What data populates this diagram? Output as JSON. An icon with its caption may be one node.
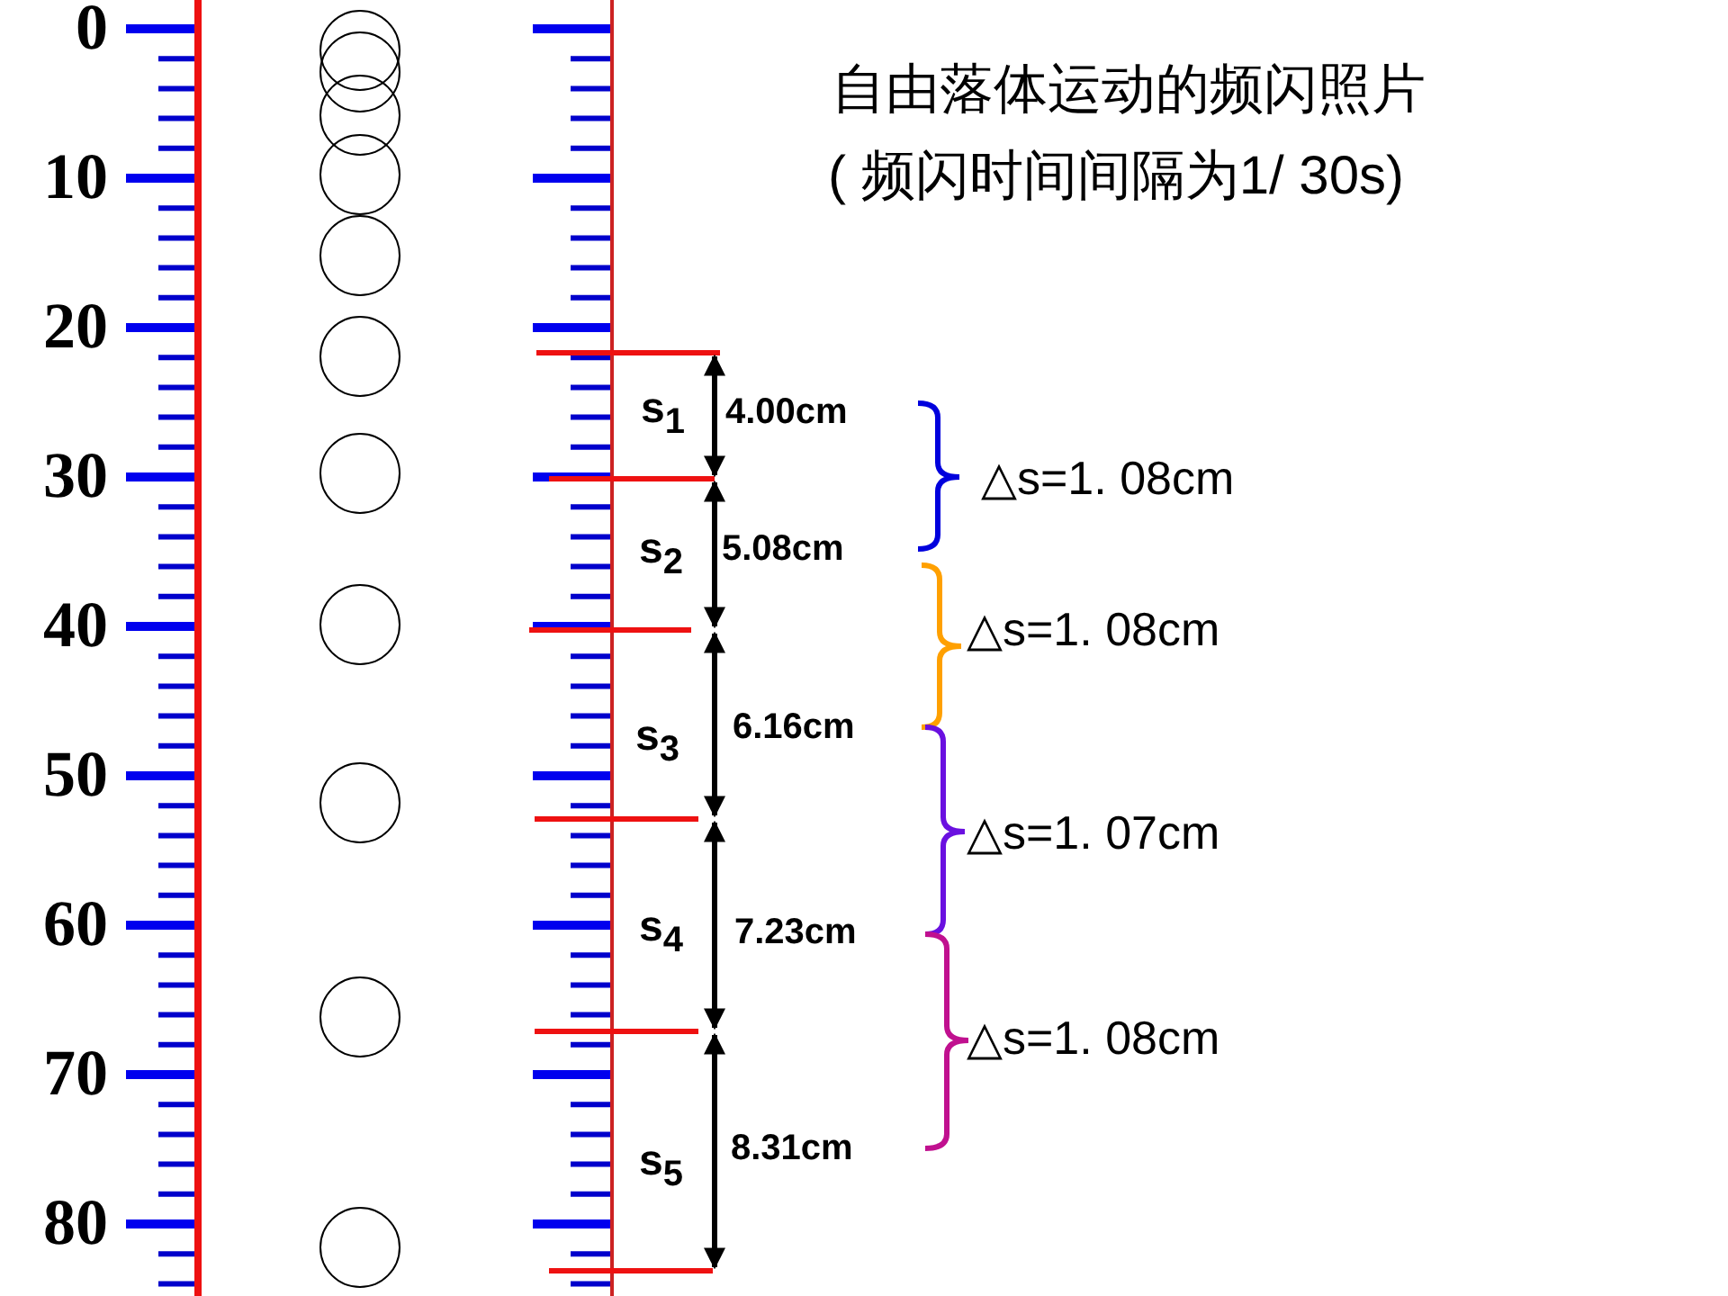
{
  "diagram": {
    "title": "自由落体运动的频闪照片",
    "labels": [
      "( 频闪时间间隔为1/ 30s)",
      "0",
      "10",
      "20",
      "30",
      "40",
      "50",
      "60",
      "70",
      "80",
      "s$_{1}$",
      "4.00cm",
      "△s=1. 08cm",
      "s$_{2}$",
      "5.08cm",
      "△s=1. 08cm",
      "s$_{3}$",
      "6.16cm",
      "△s=1. 07cm",
      "s$_{4}$",
      "7.23cm",
      "△s=1. 08cm",
      "s$_{5}$",
      "8.31cm"
    ]
  }
}
